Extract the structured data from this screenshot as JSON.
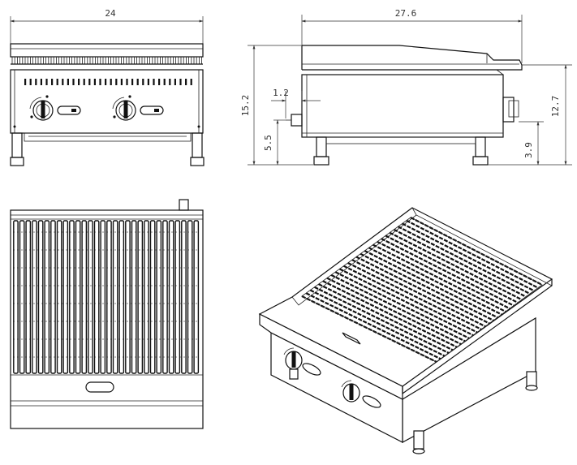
{
  "dimensions": {
    "front_width": "24",
    "side_depth": "27.6",
    "overall_height": "15.2",
    "knob_projection": "1.2",
    "leg_height": "5.5",
    "back_height": "12.7",
    "right_leg_height": "3.9"
  },
  "views": [
    "front-view",
    "side-view",
    "top-view",
    "isometric-view"
  ],
  "front_view": {
    "knob_count": 2
  },
  "top_view": {
    "grate_bars": 30
  }
}
